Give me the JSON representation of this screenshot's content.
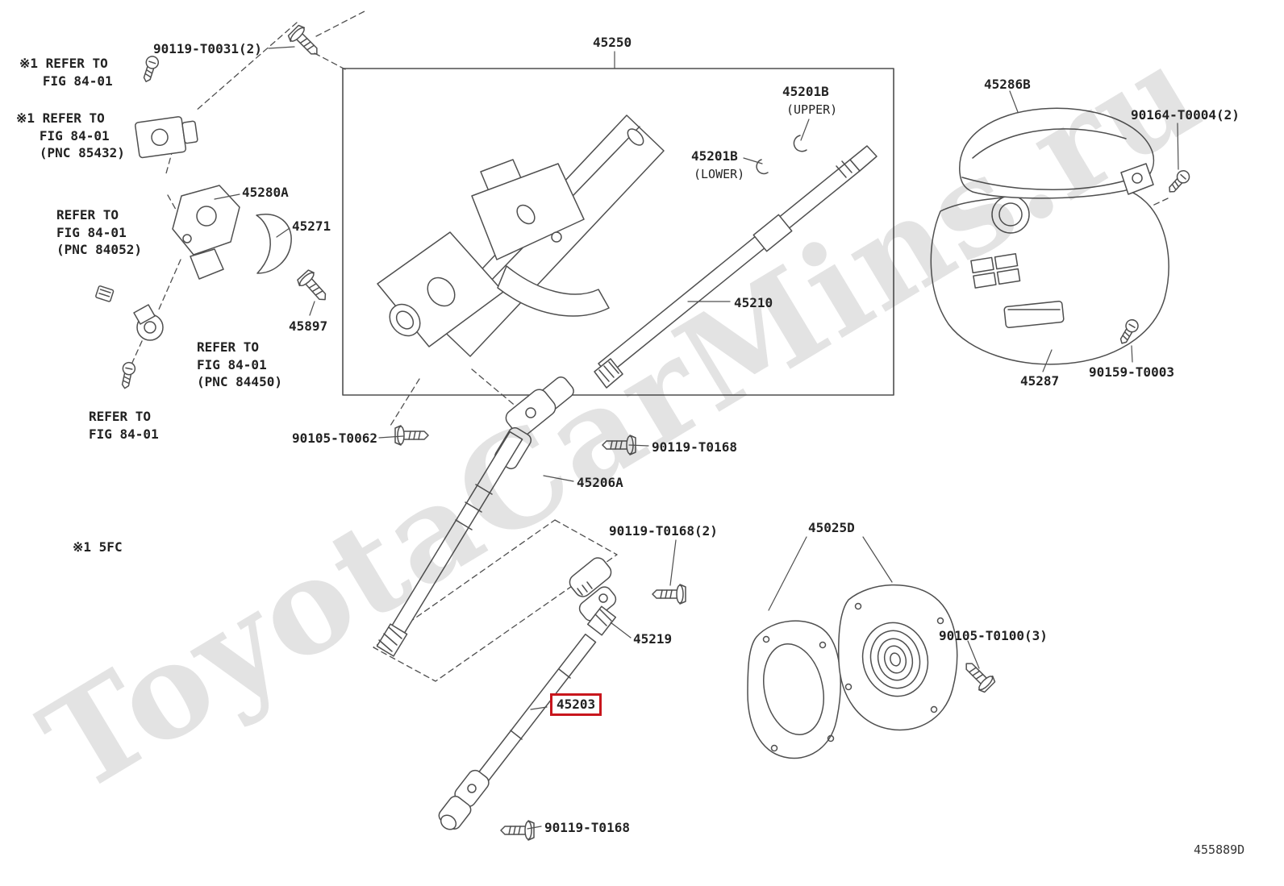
{
  "watermark": "ToyotaCarMins.ru",
  "diagram_code": "455889D",
  "highlight_color": "#c8161d",
  "notes": {
    "ref_fig_8401_a": "※1 REFER TO\n   FIG 84-01",
    "ref_fig_8401_b": "※1 REFER TO\n   FIG 84-01\n   (PNC 85432)",
    "ref_fig_8401_c": "REFER TO\nFIG 84-01\n(PNC 84052)",
    "ref_fig_8401_d": "REFER TO\nFIG 84-01\n(PNC 84450)",
    "ref_fig_8401_e": "REFER TO\nFIG 84-01",
    "transmission_note": "※1 5FC"
  },
  "parts": {
    "p45250": "45250",
    "p45201b_upper": "45201B",
    "p45201b_upper_pos": "(UPPER)",
    "p45201b_lower": "45201B",
    "p45201b_lower_pos": "(LOWER)",
    "p45210": "45210",
    "p45280a": "45280A",
    "p45271": "45271",
    "p45897": "45897",
    "p45206a": "45206A",
    "p45219": "45219",
    "p45203": "45203",
    "p45025d": "45025D",
    "p45286b": "45286B",
    "p45287": "45287"
  },
  "fasteners": {
    "b90119_t0031": "90119-T0031(2)",
    "b90105_t0062": "90105-T0062",
    "b90119_t0168_upper": "90119-T0168",
    "b90119_t0168_mid": "90119-T0168(2)",
    "b90119_t0168_lower": "90119-T0168",
    "b90105_t0100": "90105-T0100(3)",
    "b90164_t0004": "90164-T0004(2)",
    "b90159_t0003": "90159-T0003"
  }
}
